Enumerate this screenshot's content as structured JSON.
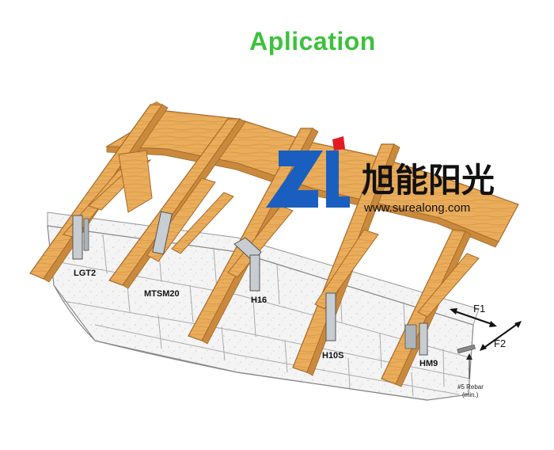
{
  "title": "Aplication",
  "brand": {
    "name_cn": "旭能阳光",
    "url": "www.surealong.com",
    "colors": {
      "blue": "#1a5fbf",
      "red": "#e21b23"
    }
  },
  "connectors": [
    {
      "label": "LGT2"
    },
    {
      "label": "MTSM20"
    },
    {
      "label": "H16"
    },
    {
      "label": "H10S"
    },
    {
      "label": "HM9"
    }
  ],
  "forces": {
    "f1": "F1",
    "f2": "F2"
  },
  "rebar_note": {
    "line1": "#5 Rebar",
    "line2": "(min.)"
  },
  "colors": {
    "wood": "#e9ad5c",
    "wood_dark": "#b9782c",
    "concrete": "#f3f3f3",
    "title": "#3cc23c",
    "metal": "#bfc7cc"
  }
}
